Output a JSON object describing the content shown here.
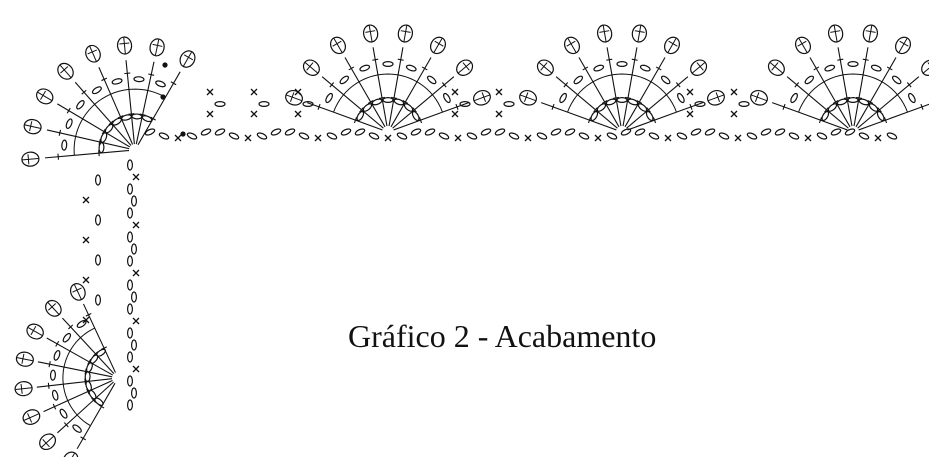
{
  "caption": "Gráfico 2 - Acabamento",
  "colors": {
    "ink": "#111111",
    "background": "#ffffff"
  },
  "stitches": [
    "chain-stitch-oval",
    "single-crochet-x",
    "double-crochet-t",
    "slip-stitch-dot",
    "puff-stitch-bobble"
  ],
  "top_edge_fan_count": 4,
  "corner_fan_count": 1,
  "left_edge_fan_count": 1
}
